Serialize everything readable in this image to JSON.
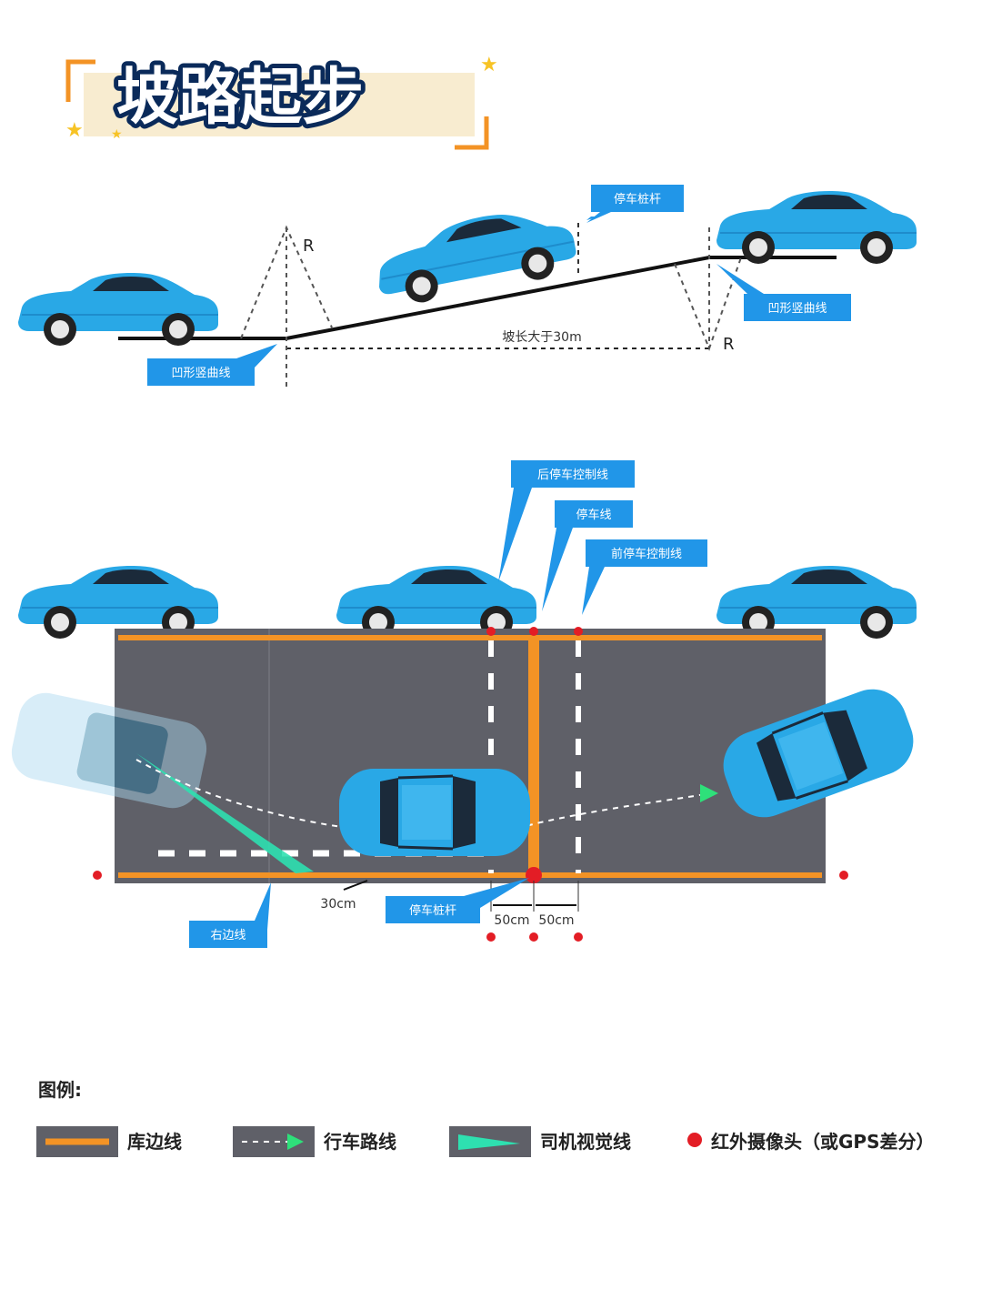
{
  "title": "坡路起步",
  "slope_diagram": {
    "stop_pole_label": "停车桩杆",
    "concave_curve_right": "凹形竖曲线",
    "concave_curve_left": "凹形竖曲线",
    "radius_left": "R",
    "radius_right": "R",
    "slope_length": "坡长大于30m"
  },
  "lane_diagram": {
    "rear_stop_control_line": "后停车控制线",
    "stop_line": "停车线",
    "front_stop_control_line": "前停车控制线",
    "stop_pole_label": "停车桩杆",
    "right_edge_line": "右边线",
    "distance_30cm": "30cm",
    "distance_50cm_left": "50cm",
    "distance_50cm_right": "50cm"
  },
  "legend": {
    "heading": "图例:",
    "items": [
      {
        "label": "库边线",
        "icon": "orange-line-icon"
      },
      {
        "label": "行车路线",
        "icon": "dashed-arrow-icon"
      },
      {
        "label": "司机视觉线",
        "icon": "sight-line-icon"
      },
      {
        "label": "红外摄像头（或GPS差分）",
        "icon": "red-dot-icon"
      }
    ]
  },
  "colors": {
    "car_blue": "#29a8e6",
    "label_blue": "#2196e8",
    "road_gray": "#5f6068",
    "edge_orange": "#f39325",
    "sensor_red": "#e31d25",
    "sight_green": "#2ee0b0"
  }
}
